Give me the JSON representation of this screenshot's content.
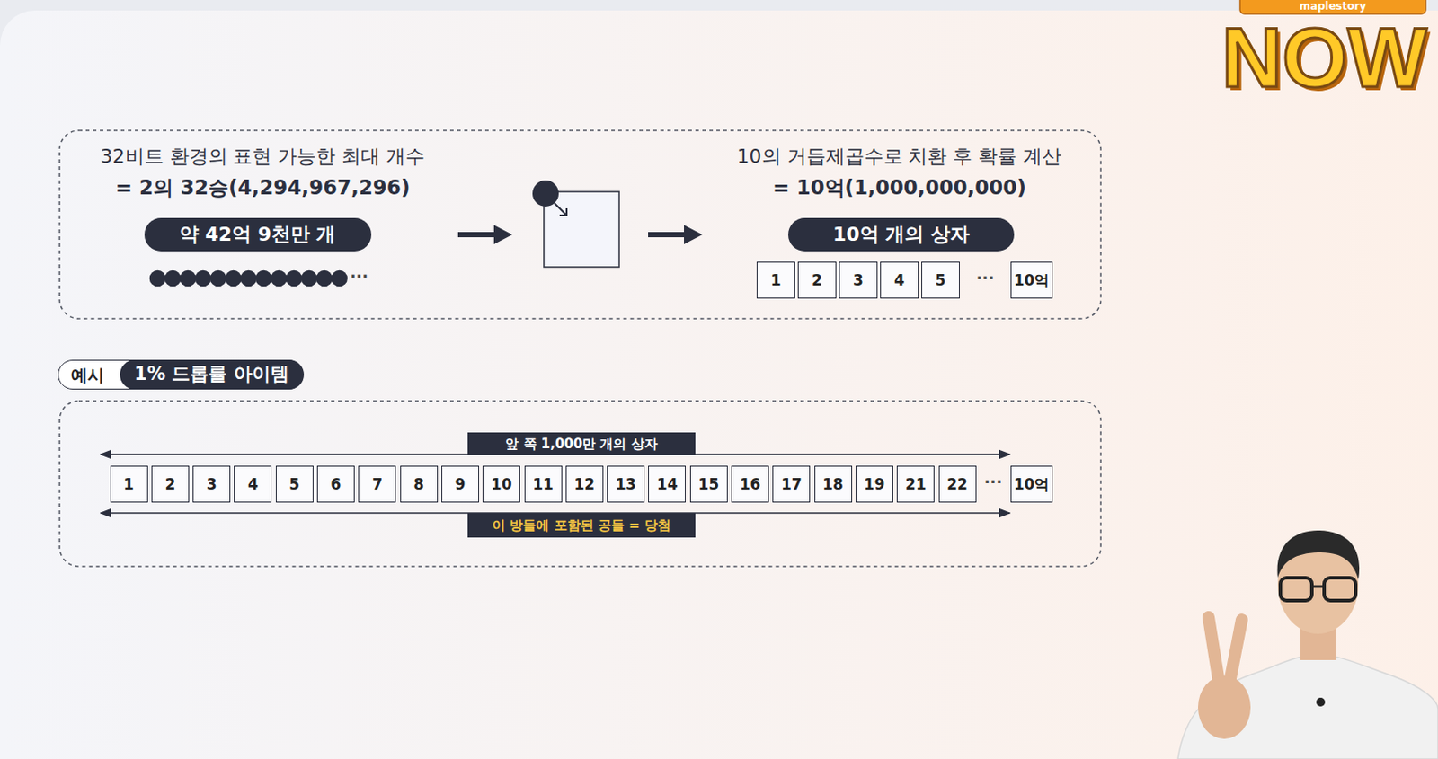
{
  "diagram": {
    "nodes": [
      {
        "text": [
          "약 42억 9천만 개"
        ]
      },
      {
        "text": [
          "10억 개의 상자"
        ]
      },
      {
        "text": [
          "1"
        ]
      },
      {
        "text": [
          "2"
        ]
      },
      {
        "text": [
          "3"
        ]
      },
      {
        "text": [
          "4"
        ]
      },
      {
        "text": [
          "5"
        ]
      },
      {
        "text": [
          "10억"
        ]
      },
      {
        "text": [
          "예시"
        ]
      },
      {
        "text": [
          "1% 드롭률 아이템"
        ],
        "in": 8
      },
      {
        "text": [
          "앞 쪽 1,000만 개의 상자"
        ]
      },
      {
        "text": [
          "1"
        ]
      },
      {
        "text": [
          "2"
        ]
      },
      {
        "text": [
          "3"
        ]
      },
      {
        "text": [
          "4"
        ]
      },
      {
        "text": [
          "5"
        ]
      },
      {
        "text": [
          "6"
        ]
      },
      {
        "text": [
          "7"
        ]
      },
      {
        "text": [
          "8"
        ]
      },
      {
        "text": [
          "9"
        ]
      },
      {
        "text": [
          "10"
        ]
      },
      {
        "text": [
          "11"
        ]
      },
      {
        "text": [
          "12"
        ]
      },
      {
        "text": [
          "13"
        ]
      },
      {
        "text": [
          "14"
        ]
      },
      {
        "text": [
          "15"
        ]
      },
      {
        "text": [
          "16"
        ]
      },
      {
        "text": [
          "17"
        ]
      },
      {
        "text": [
          "18"
        ]
      },
      {
        "text": [
          "19"
        ]
      },
      {
        "text": [
          "21"
        ]
      },
      {
        "text": [
          "22"
        ]
      },
      {
        "text": [
          "10억"
        ]
      },
      {
        "text": [
          "이 방들에 포함된 공들 = 당첨"
        ]
      }
    ],
    "labels": [
      "maplestory",
      "NOW",
      "32비트 환경의 표현 가능한 최대 개수",
      "= 2의 32승(4,294,967,296)",
      "10의 거듭제곱수로 치환 후 확률 계산",
      "= 10억(1,000,000,000)",
      "···",
      "···",
      "···"
    ]
  }
}
